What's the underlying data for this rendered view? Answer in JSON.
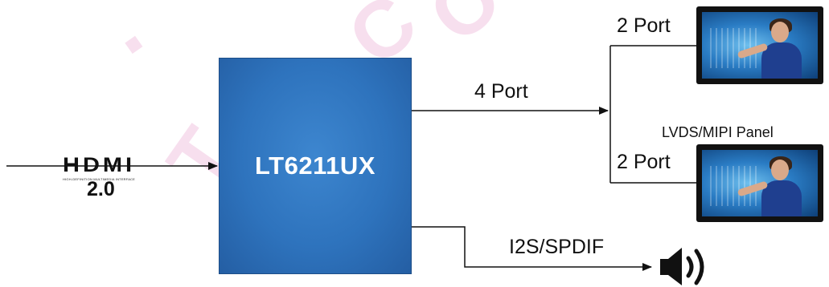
{
  "colors": {
    "chip_fill": "#2e73bd",
    "chip_text": "#ffffff",
    "line": "#111111",
    "watermark": "#f2c6e1"
  },
  "chip": {
    "name": "LT6211UX"
  },
  "input": {
    "logo_word": "HDMI",
    "logo_tagline": "HIGH-DEFINITION MULTIMEDIA INTERFACE",
    "version": "2.0"
  },
  "outputs": {
    "main_port_label": "4 Port",
    "top_port_label": "2 Port",
    "bottom_port_label": "2 Port",
    "panel_label": "LVDS/MIPI  Panel",
    "audio_label": "I2S/SPDIF"
  },
  "icons": {
    "monitor": "lcd-panel-icon",
    "speaker": "speaker-icon"
  }
}
